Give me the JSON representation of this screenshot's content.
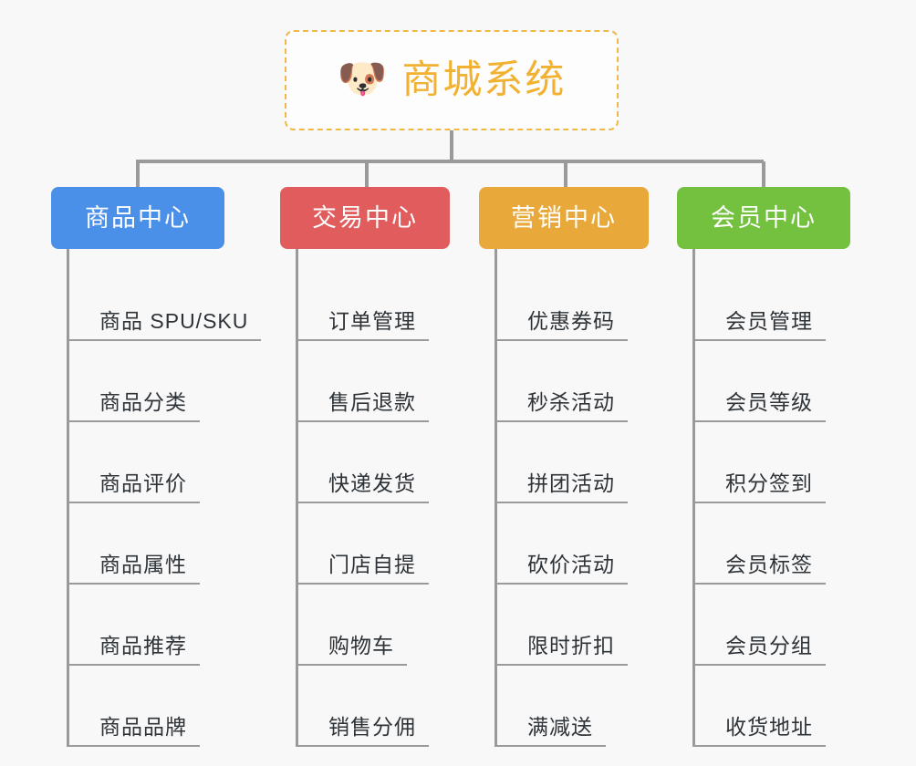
{
  "background_color": "#f8f8f8",
  "root": {
    "icon": "dog-face-emoji",
    "icon_glyph": "🐶",
    "title": "商城系统",
    "title_color": "#f2b130",
    "border_color": "#f0b849"
  },
  "connector_color": "#9a9a9a",
  "categories": [
    {
      "label": "商品中心",
      "color": "#4a90e8",
      "items": [
        "商品 SPU/SKU",
        "商品分类",
        "商品评价",
        "商品属性",
        "商品推荐",
        "商品品牌"
      ]
    },
    {
      "label": "交易中心",
      "color": "#e15c5c",
      "items": [
        "订单管理",
        "售后退款",
        "快递发货",
        "门店自提",
        "购物车",
        "销售分佣"
      ]
    },
    {
      "label": "营销中心",
      "color": "#e8a93a",
      "items": [
        "优惠券码",
        "秒杀活动",
        "拼团活动",
        "砍价活动",
        "限时折扣",
        "满减送"
      ]
    },
    {
      "label": "会员中心",
      "color": "#73c13f",
      "items": [
        "会员管理",
        "会员等级",
        "积分签到",
        "会员标签",
        "会员分组",
        "收货地址"
      ]
    }
  ]
}
